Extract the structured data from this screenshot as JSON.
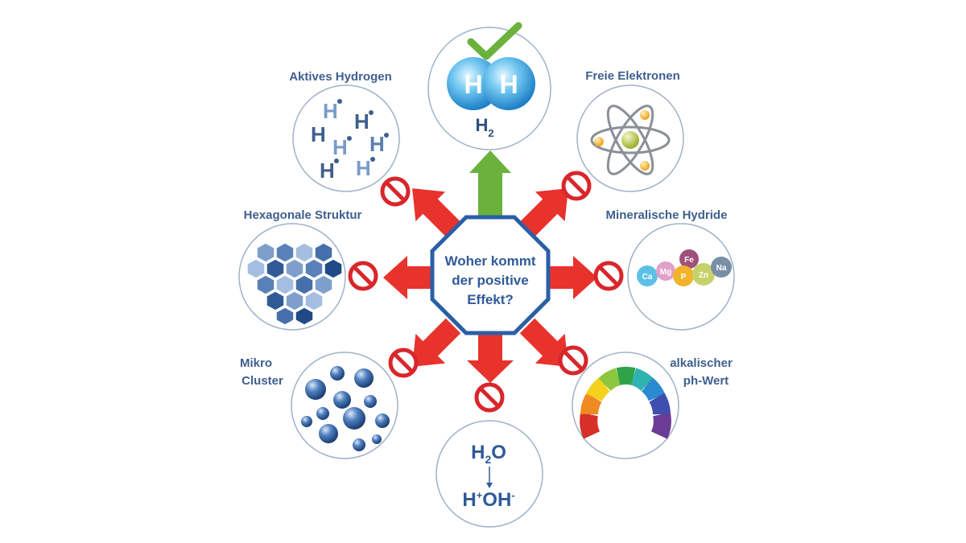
{
  "center": {
    "lines": [
      "Woher kommt",
      "der positive",
      "Effekt?"
    ]
  },
  "nodes": {
    "h2": {
      "formula": "H",
      "subscript": "2",
      "atom_letter": "H",
      "status": "approved",
      "icon": "checkmark-icon"
    },
    "aktives_hydrogen": {
      "label": "Aktives Hydrogen",
      "letter": "H",
      "status": "rejected"
    },
    "freie_elektronen": {
      "label": "Freie Elektronen",
      "status": "rejected",
      "icon": "atom-icon"
    },
    "hexagonale_struktur": {
      "label": "Hexagonale Struktur",
      "status": "rejected",
      "icon": "hexagon-cluster-icon"
    },
    "mineralische_hydride": {
      "label": "Mineralische Hydride",
      "status": "rejected",
      "minerals": [
        "Ca",
        "Mg",
        "Fe",
        "P",
        "Zn",
        "Na"
      ]
    },
    "mikro_cluster": {
      "label_lines": [
        "Mikro",
        "Cluster"
      ],
      "status": "rejected",
      "icon": "spheres-icon"
    },
    "alkalischer_ph": {
      "label_lines": [
        "alkalischer",
        "ph-Wert"
      ],
      "status": "rejected",
      "icon": "ph-scale-icon"
    },
    "h2o": {
      "top": "H",
      "top_sub": "2",
      "top_end": "O",
      "bottom_h": "H",
      "bottom_plus": "+",
      "bottom_oh": "OH",
      "bottom_minus": "-",
      "status": "rejected"
    }
  },
  "colors": {
    "accent_blue": "#2a5fa6",
    "label_text": "#3f5f8e",
    "arrow_red": "#e8322c",
    "arrow_green": "#6ab23c",
    "ban_red": "#d9262b",
    "circle_border": "#9fb3c8"
  }
}
